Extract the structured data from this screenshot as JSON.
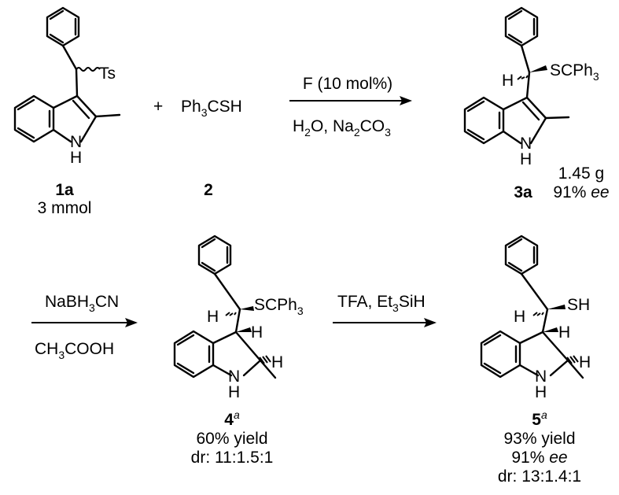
{
  "reagents": {
    "ts": "Ts",
    "plus": "+",
    "thiol_main": "Ph",
    "thiol_sub": "3",
    "thiol_tail": "CSH"
  },
  "atoms": {
    "nh": "N",
    "h": "H"
  },
  "arrow1": {
    "catalyst": "F (10 mol%)",
    "water_main": "H",
    "water_sub": "2",
    "water_tail": "O, Na",
    "carbonate_sub1": "2",
    "carbonate_mid": "CO",
    "carbonate_sub2": "3"
  },
  "arrow2": {
    "reductant_main": "NaBH",
    "reductant_sub": "3",
    "reductant_tail": "CN",
    "acid_main": "CH",
    "acid_sub": "3",
    "acid_tail": "COOH"
  },
  "arrow3": {
    "acid": "TFA, Et",
    "silane_sub": "3",
    "silane_tail": "SiH"
  },
  "sulfur": {
    "scph_main": "SCPh",
    "scph_sub": "3",
    "sh": "SH"
  },
  "compounds": {
    "c1a": {
      "label": "1a",
      "note": "3 mmol"
    },
    "c2": {
      "label": "2"
    },
    "c3a": {
      "label": "3a",
      "mass": "1.45 g",
      "ee_value": "91% ",
      "ee_unit": "ee"
    },
    "c4": {
      "label": "4",
      "sup": "a",
      "yield": "60% yield",
      "dr": "dr: 11:1.5:1"
    },
    "c5": {
      "label": "5",
      "sup": "a",
      "yield": "93% yield",
      "ee_value": "91% ",
      "ee_unit": "ee",
      "dr": "dr: 13:1.4:1"
    }
  }
}
